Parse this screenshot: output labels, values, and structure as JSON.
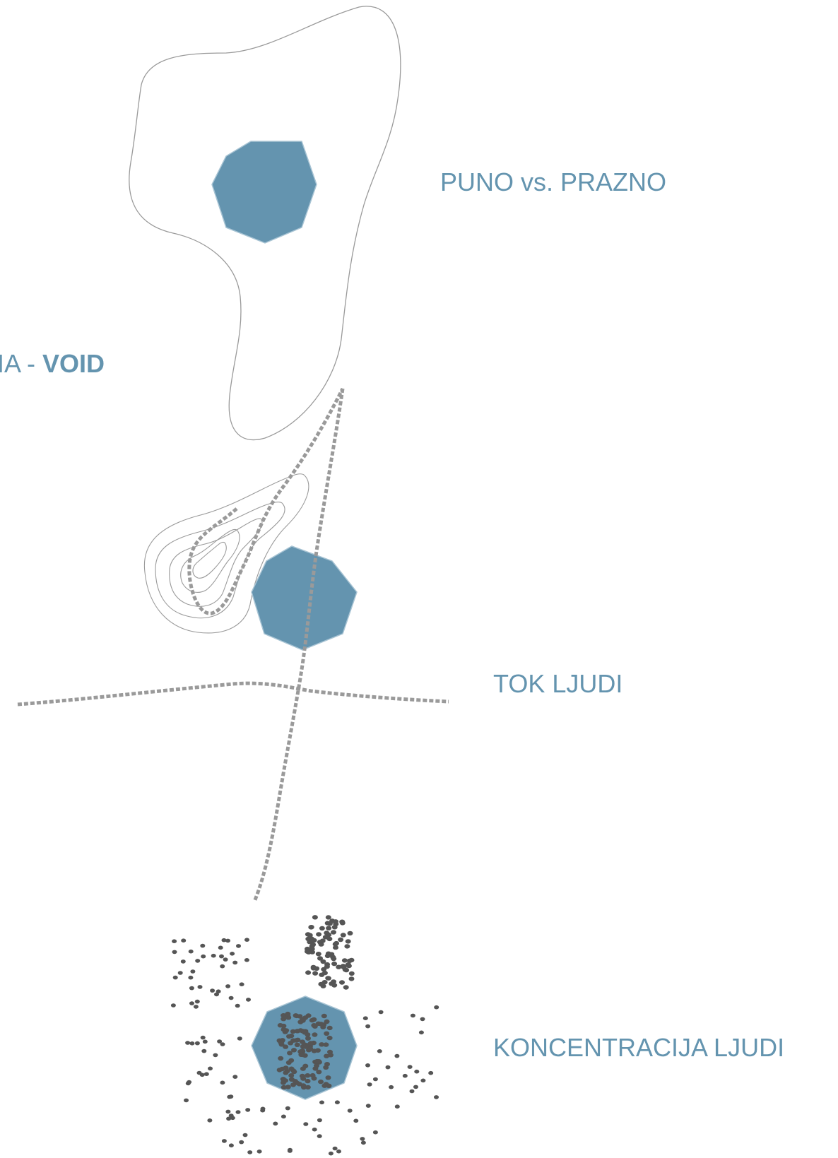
{
  "labels": {
    "puno_vs_prazno": "PUNO vs. PRAZNO",
    "void_prefix": "IA - ",
    "void_bold": "VOID",
    "tok_ljudi": "TOK LJUDI",
    "koncentracija_ljudi": "KONCENTRACIJA LJUDI"
  },
  "colors": {
    "octagon_fill": "#6494af",
    "octagon_stroke": "#a8c4d4",
    "outline": "#9a9a9a",
    "dashed_path": "#9a9a9a",
    "people_dots": "#555555",
    "label_text": "#6494af"
  }
}
